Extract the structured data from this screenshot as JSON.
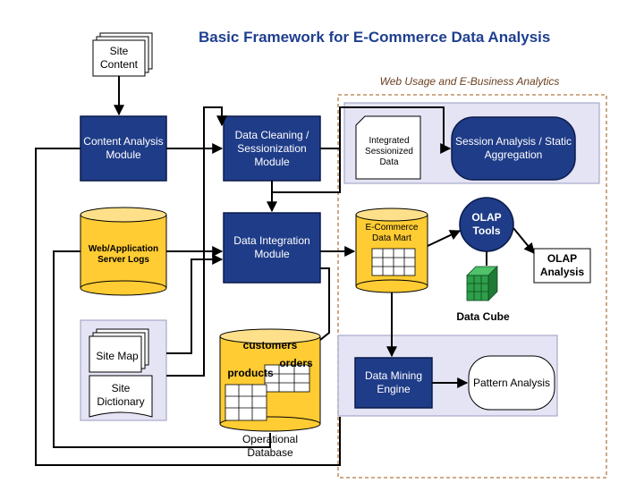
{
  "title": "Basic Framework for E-Commerce Data Analysis",
  "subtitle": "Web Usage and E-Business Analytics",
  "nodes": {
    "site_content": "Site Content",
    "content_analysis": "Content Analysis Module",
    "data_cleaning": "Data Cleaning / Sessionization Module",
    "integrated_sessionized": "Integrated Sessionized Data",
    "session_analysis": "Session Analysis / Static Aggregation",
    "server_logs": "Web/Application Server Logs",
    "data_integration": "Data Integration Module",
    "ecommerce_mart": "E-Commerce Data Mart",
    "olap_tools": "OLAP Tools",
    "olap_analysis": "OLAP Analysis",
    "data_cube": "Data Cube",
    "site_map": "Site Map",
    "site_dictionary": "Site Dictionary",
    "customers": "customers",
    "orders": "orders",
    "products": "products",
    "operational_db": "Operational Database",
    "data_mining": "Data Mining Engine",
    "pattern_analysis": "Pattern Analysis"
  },
  "colors": {
    "module_blue": "#1f3c88",
    "highlight_yellow": "#ffcc33",
    "dashed_border": "#b07a45",
    "panel_fill": "#e4e4f4",
    "cube_green": "#2e9e4a"
  }
}
